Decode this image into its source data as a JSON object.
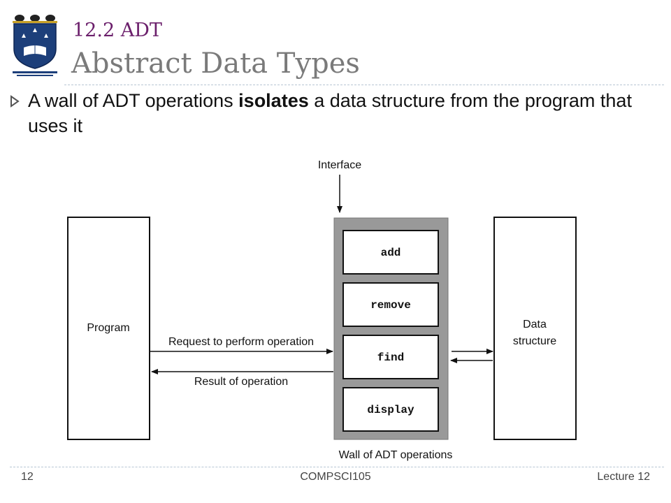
{
  "header": {
    "subtitle": "12.2 ADT",
    "title": "Abstract Data Types"
  },
  "bullet": {
    "text_before": "A wall of ADT operations ",
    "text_bold": "isolates",
    "text_after": " a data structure from the program that uses it"
  },
  "diagram": {
    "interface_label": "Interface",
    "program_label": "Program",
    "data_structure_line1": "Data",
    "data_structure_line2": "structure",
    "request_label": "Request to perform operation",
    "result_label": "Result of operation",
    "wall_label": "Wall of ADT operations",
    "operations": [
      "add",
      "remove",
      "find",
      "display"
    ]
  },
  "footer": {
    "page_number": "12",
    "course": "COMPSCI105",
    "lecture": "Lecture 12"
  },
  "colors": {
    "subtitle": "#6b1f6b",
    "title": "#7a7a7a",
    "wall": "#999999",
    "logo_blue": "#1d3f7a"
  }
}
